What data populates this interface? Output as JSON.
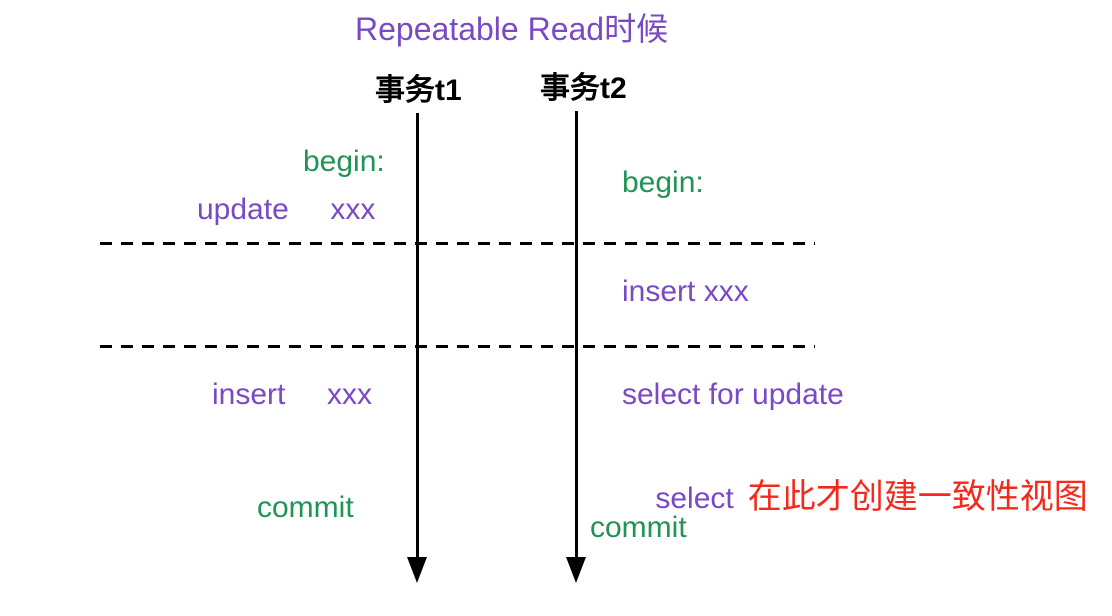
{
  "title": {
    "text": "Repeatable Read时候"
  },
  "colors": {
    "purple": "#7a49c4",
    "green": "#219355",
    "red": "#f4291c",
    "line": "#000000",
    "background": "#ffffff"
  },
  "transactions": {
    "t1": {
      "header": "事务t1",
      "events": {
        "begin": "begin:",
        "update": "update     xxx",
        "insert": "insert     xxx",
        "commit": "commit"
      }
    },
    "t2": {
      "header": "事务t2",
      "events": {
        "begin": "begin:",
        "insert": "insert xxx",
        "select_for_update": "select for update",
        "select": "select",
        "select_note": "在此才创建一致性视图",
        "commit": "commit"
      }
    }
  }
}
